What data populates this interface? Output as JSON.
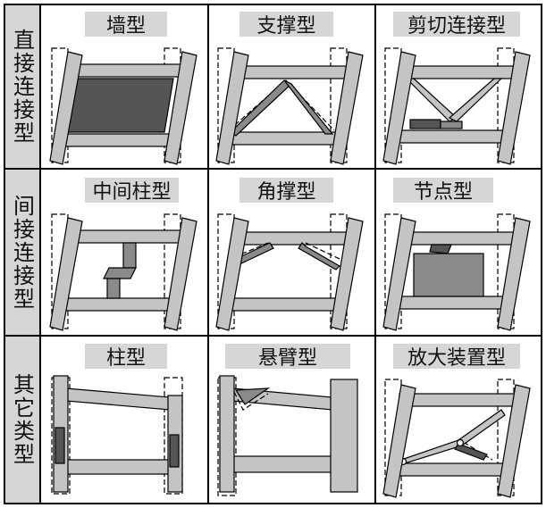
{
  "rows": [
    {
      "label": "直接连接型",
      "cells": [
        "墙型",
        "支撑型",
        "剪切连接型"
      ]
    },
    {
      "label": "间接连接型",
      "cells": [
        "中间柱型",
        "角撑型",
        "节点型"
      ]
    },
    {
      "label": "其它类型",
      "cells": [
        "柱型",
        "悬臂型",
        "放大装置型"
      ]
    }
  ],
  "colors": {
    "frame": "#c4c4c4",
    "wall": "#555555",
    "brace": "#8a8a8a",
    "line": "#000000",
    "header": "#d6d6d6"
  }
}
